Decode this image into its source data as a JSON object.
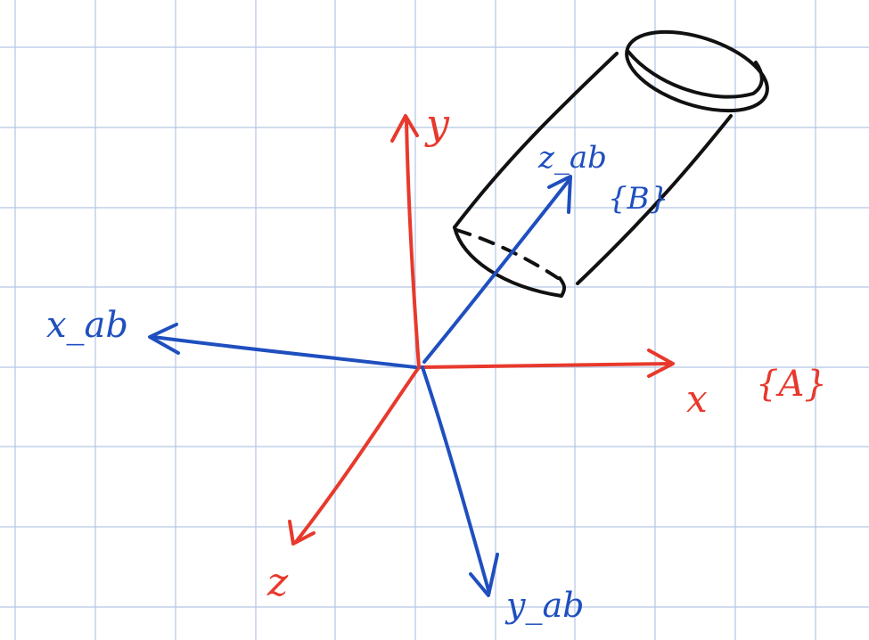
{
  "diagram": {
    "frame_a": {
      "axes": {
        "x": "x",
        "y": "y",
        "z": "z"
      },
      "label": "{A}",
      "color": "#e8392c"
    },
    "frame_b": {
      "axes": {
        "x": "x_ab",
        "y": "y_ab",
        "z": "z_ab"
      },
      "label": "{B}",
      "color": "#1f4fbf"
    },
    "object": {
      "type": "cylinder",
      "color": "#111111"
    },
    "grid_color": "#b4c6e4",
    "background": "#ffffff"
  }
}
